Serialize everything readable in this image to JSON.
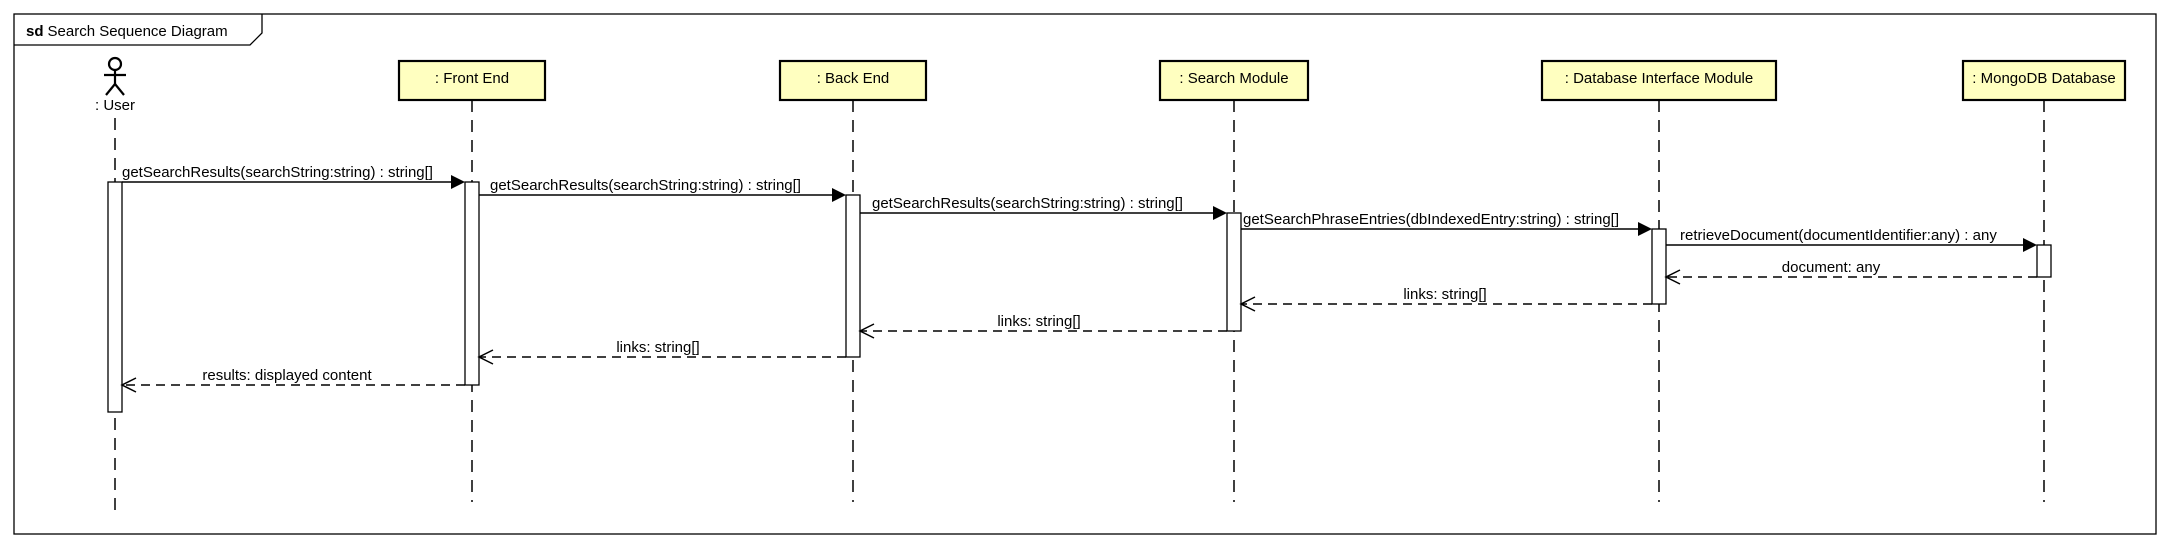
{
  "frame": {
    "keyword": "sd",
    "title": "Search Sequence Diagram"
  },
  "participants": [
    {
      "id": "user",
      "kind": "actor",
      "label": ": User"
    },
    {
      "id": "frontend",
      "kind": "object",
      "label": ": Front End"
    },
    {
      "id": "backend",
      "kind": "object",
      "label": ": Back End"
    },
    {
      "id": "search",
      "kind": "object",
      "label": ": Search Module"
    },
    {
      "id": "dbi",
      "kind": "object",
      "label": ": Database Interface Module"
    },
    {
      "id": "mongo",
      "kind": "object",
      "label": ": MongoDB Database"
    }
  ],
  "messages": [
    {
      "from": "user",
      "to": "frontend",
      "type": "call",
      "label": "getSearchResults(searchString:string) : string[]"
    },
    {
      "from": "frontend",
      "to": "backend",
      "type": "call",
      "label": "getSearchResults(searchString:string) : string[]"
    },
    {
      "from": "backend",
      "to": "search",
      "type": "call",
      "label": "getSearchResults(searchString:string) : string[]"
    },
    {
      "from": "search",
      "to": "dbi",
      "type": "call",
      "label": "getSearchPhraseEntries(dbIndexedEntry:string) : string[]"
    },
    {
      "from": "dbi",
      "to": "mongo",
      "type": "call",
      "label": "retrieveDocument(documentIdentifier:any) : any"
    },
    {
      "from": "mongo",
      "to": "dbi",
      "type": "return",
      "label": "document: any"
    },
    {
      "from": "dbi",
      "to": "search",
      "type": "return",
      "label": "links: string[]"
    },
    {
      "from": "search",
      "to": "backend",
      "type": "return",
      "label": "links: string[]"
    },
    {
      "from": "backend",
      "to": "frontend",
      "type": "return",
      "label": "links: string[]"
    },
    {
      "from": "frontend",
      "to": "user",
      "type": "return",
      "label": "results: displayed content"
    }
  ]
}
